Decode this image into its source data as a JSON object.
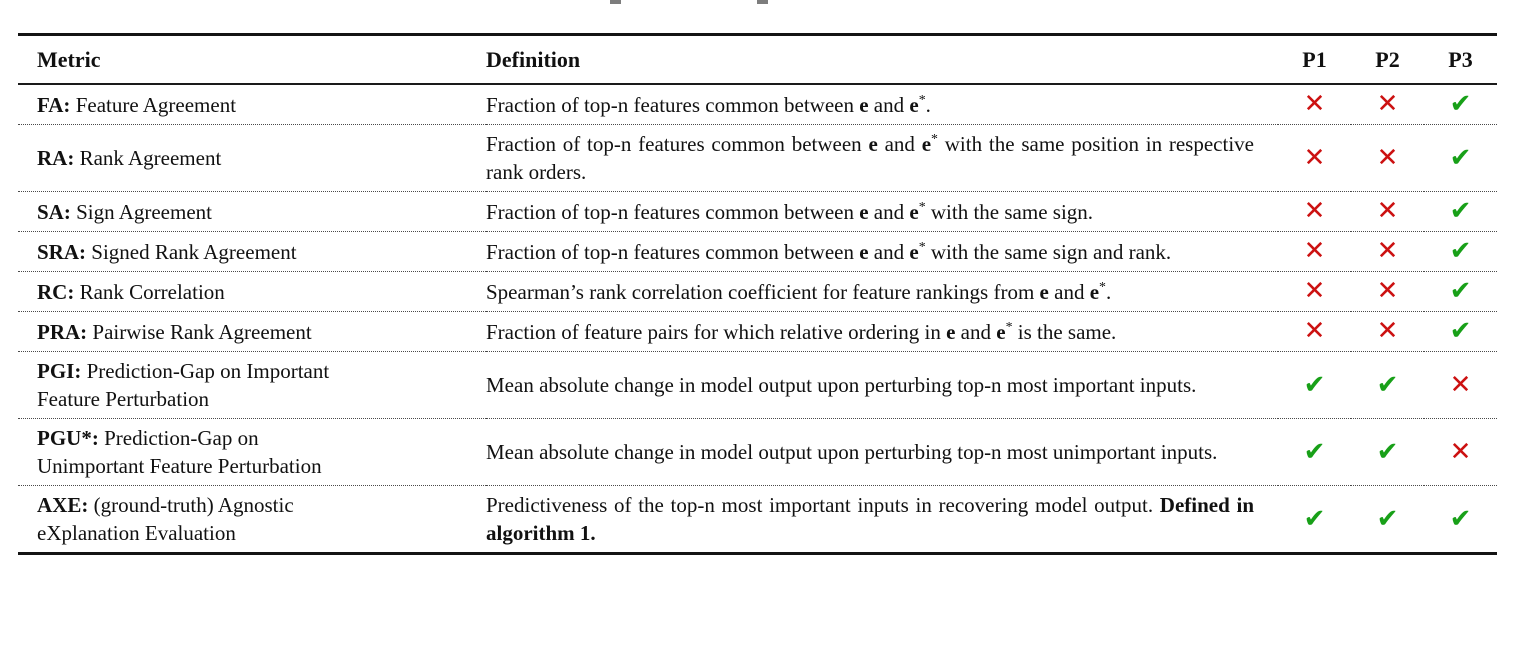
{
  "colors": {
    "check_green": "#18a018",
    "cross_red": "#cc1111",
    "rule_black": "#141414"
  },
  "marks": {
    "check": "✔",
    "cross": "✕"
  },
  "table": {
    "headers": {
      "metric": "Metric",
      "definition": "Definition",
      "p1": "P1",
      "p2": "P2",
      "p3": "P3"
    },
    "rows": [
      {
        "abbr": "FA:",
        "name": " Feature Agreement",
        "definition": [
          {
            "t": "Fraction of top-n features common between "
          },
          {
            "t": "e",
            "style": "mathbf"
          },
          {
            "t": " and "
          },
          {
            "t": "e",
            "style": "mathbf"
          },
          {
            "t": "*",
            "style": "sup"
          },
          {
            "t": "."
          }
        ],
        "p1": "cross",
        "p2": "cross",
        "p3": "check"
      },
      {
        "abbr": "RA:",
        "name": " Rank Agreement",
        "definition": [
          {
            "t": "Fraction of top-n features common between "
          },
          {
            "t": "e",
            "style": "mathbf"
          },
          {
            "t": " and "
          },
          {
            "t": "e",
            "style": "mathbf"
          },
          {
            "t": "*",
            "style": "sup"
          },
          {
            "t": " with the same position in respective rank orders."
          }
        ],
        "p1": "cross",
        "p2": "cross",
        "p3": "check"
      },
      {
        "abbr": "SA:",
        "name": " Sign Agreement",
        "definition": [
          {
            "t": "Fraction of top-n features common between "
          },
          {
            "t": "e",
            "style": "mathbf"
          },
          {
            "t": " and "
          },
          {
            "t": "e",
            "style": "mathbf"
          },
          {
            "t": "*",
            "style": "sup"
          },
          {
            "t": " with the same sign."
          }
        ],
        "p1": "cross",
        "p2": "cross",
        "p3": "check"
      },
      {
        "abbr": "SRA:",
        "name": " Signed Rank Agreement",
        "definition": [
          {
            "t": "Fraction of top-n features common between "
          },
          {
            "t": "e",
            "style": "mathbf"
          },
          {
            "t": " and "
          },
          {
            "t": "e",
            "style": "mathbf"
          },
          {
            "t": "*",
            "style": "sup"
          },
          {
            "t": " with the same sign and rank."
          }
        ],
        "p1": "cross",
        "p2": "cross",
        "p3": "check"
      },
      {
        "abbr": "RC:",
        "name": " Rank Correlation",
        "definition": [
          {
            "t": "Spearman’s rank correlation coefficient for feature rankings from "
          },
          {
            "t": "e",
            "style": "mathbf"
          },
          {
            "t": " and "
          },
          {
            "t": "e",
            "style": "mathbf"
          },
          {
            "t": "*",
            "style": "sup"
          },
          {
            "t": "."
          }
        ],
        "p1": "cross",
        "p2": "cross",
        "p3": "check"
      },
      {
        "abbr": "PRA:",
        "name": " Pairwise Rank Agreement",
        "definition": [
          {
            "t": "Fraction of feature pairs for which relative ordering in "
          },
          {
            "t": "e",
            "style": "mathbf"
          },
          {
            "t": " and "
          },
          {
            "t": "e",
            "style": "mathbf"
          },
          {
            "t": "*",
            "style": "sup"
          },
          {
            "t": " is the same."
          }
        ],
        "p1": "cross",
        "p2": "cross",
        "p3": "check"
      },
      {
        "abbr": "PGI:",
        "name": " Prediction-Gap on Important\nFeature Perturbation",
        "definition": [
          {
            "t": "Mean absolute change in model output upon perturbing top-n most important inputs."
          }
        ],
        "p1": "check",
        "p2": "check",
        "p3": "cross"
      },
      {
        "abbr": "PGU*:",
        "name": " Prediction-Gap on\nUnimportant Feature Perturbation",
        "definition": [
          {
            "t": "Mean absolute change in model output upon perturbing top-n most unimportant inputs."
          }
        ],
        "p1": "check",
        "p2": "check",
        "p3": "cross"
      },
      {
        "abbr": "AXE:",
        "name": " (ground-truth) Agnostic\neXplanation Evaluation",
        "definition": [
          {
            "t": "Predictiveness of the top-n most important inputs in recovering model output. "
          },
          {
            "t": "Defined in algorithm 1.",
            "style": "b"
          }
        ],
        "p1": "check",
        "p2": "check",
        "p3": "check"
      }
    ]
  }
}
